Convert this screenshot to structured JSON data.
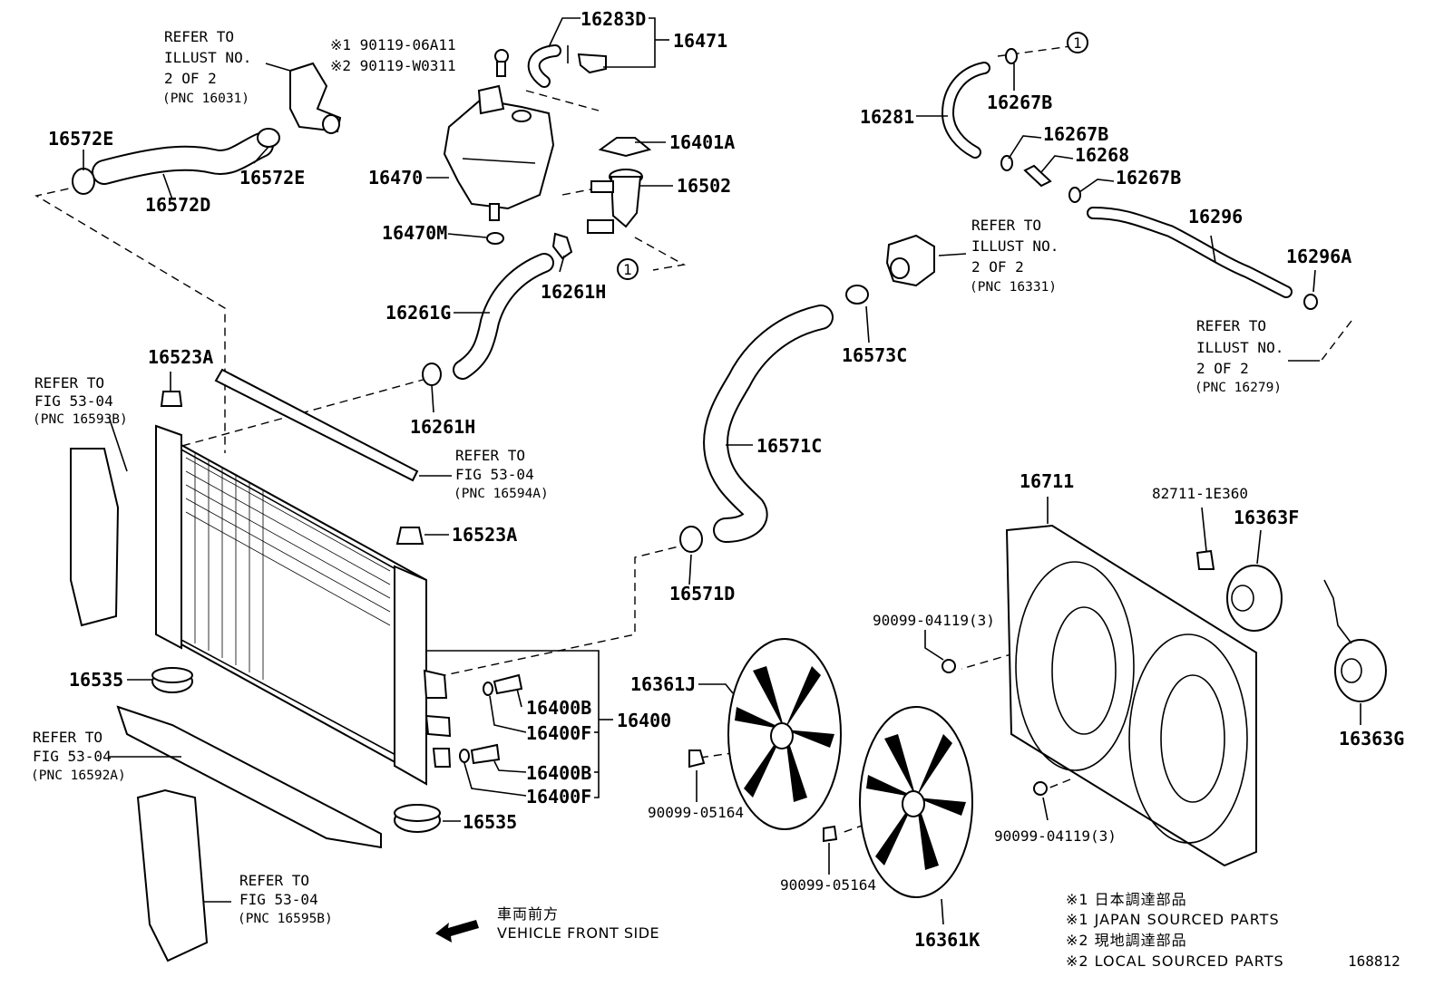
{
  "diagram_id": "168812",
  "parts": {
    "p16283D": "16283D",
    "p16471": "16471",
    "p16401A": "16401A",
    "p16502": "16502",
    "p16470": "16470",
    "p16470M": "16470M",
    "p16261H_top": "16261H",
    "p16261G": "16261G",
    "p16261H_mid": "16261H",
    "p16572E_left": "16572E",
    "p16572E_right": "16572E",
    "p16572D": "16572D",
    "p16523A_top": "16523A",
    "p16523A_mid": "16523A",
    "p16535_top": "16535",
    "p16535_bottom": "16535",
    "p16400B_top": "16400B",
    "p16400F_top": "16400F",
    "p16400": "16400",
    "p16400B_bottom": "16400B",
    "p16400F_bottom": "16400F",
    "p16281": "16281",
    "p16267B_top": "16267B",
    "p16267B_mid": "16267B",
    "p16268": "16268",
    "p16267B_right": "16267B",
    "p16296": "16296",
    "p16296A": "16296A",
    "p16573C": "16573C",
    "p16571C": "16571C",
    "p16571D": "16571D",
    "p16711": "16711",
    "p82711": "82711-1E360",
    "p16363F": "16363F",
    "p16363G": "16363G",
    "p16361J": "16361J",
    "p16361K": "16361K",
    "p90099_04119_a": "90099-04119(3)",
    "p90099_04119_b": "90099-04119(3)",
    "p90099_05164_a": "90099-05164",
    "p90099_05164_b": "90099-05164"
  },
  "bolt_variants": {
    "v1": "※1 90119-06A11",
    "v2": "※2 90119-W0311"
  },
  "circle_ref": "1",
  "refs": {
    "r16031": {
      "l1": "REFER TO",
      "l2": "ILLUST NO.",
      "l3": "2 OF 2",
      "l4": "(PNC 16031)"
    },
    "r16331": {
      "l1": "REFER TO",
      "l2": "ILLUST NO.",
      "l3": "2 OF 2",
      "l4": "(PNC 16331)"
    },
    "r16279": {
      "l1": "REFER TO",
      "l2": "ILLUST NO.",
      "l3": "2 OF 2",
      "l4": "(PNC 16279)"
    },
    "r16593B": {
      "l1": "REFER TO",
      "l2": "FIG 53-04",
      "l3": "(PNC 16593B)"
    },
    "r16594A": {
      "l1": "REFER TO",
      "l2": "FIG 53-04",
      "l3": "(PNC 16594A)"
    },
    "r16592A": {
      "l1": "REFER TO",
      "l2": "FIG 53-04",
      "l3": "(PNC 16592A)"
    },
    "r16595B": {
      "l1": "REFER TO",
      "l2": "FIG 53-04",
      "l3": "(PNC 16595B)"
    }
  },
  "vehicle_front": {
    "jp": "車両前方",
    "en": "VEHICLE FRONT SIDE"
  },
  "legend": {
    "l1": "※1 日本調達部品",
    "l2": "※1 JAPAN SOURCED PARTS",
    "l3": "※2 現地調達部品",
    "l4": "※2 LOCAL SOURCED PARTS"
  }
}
